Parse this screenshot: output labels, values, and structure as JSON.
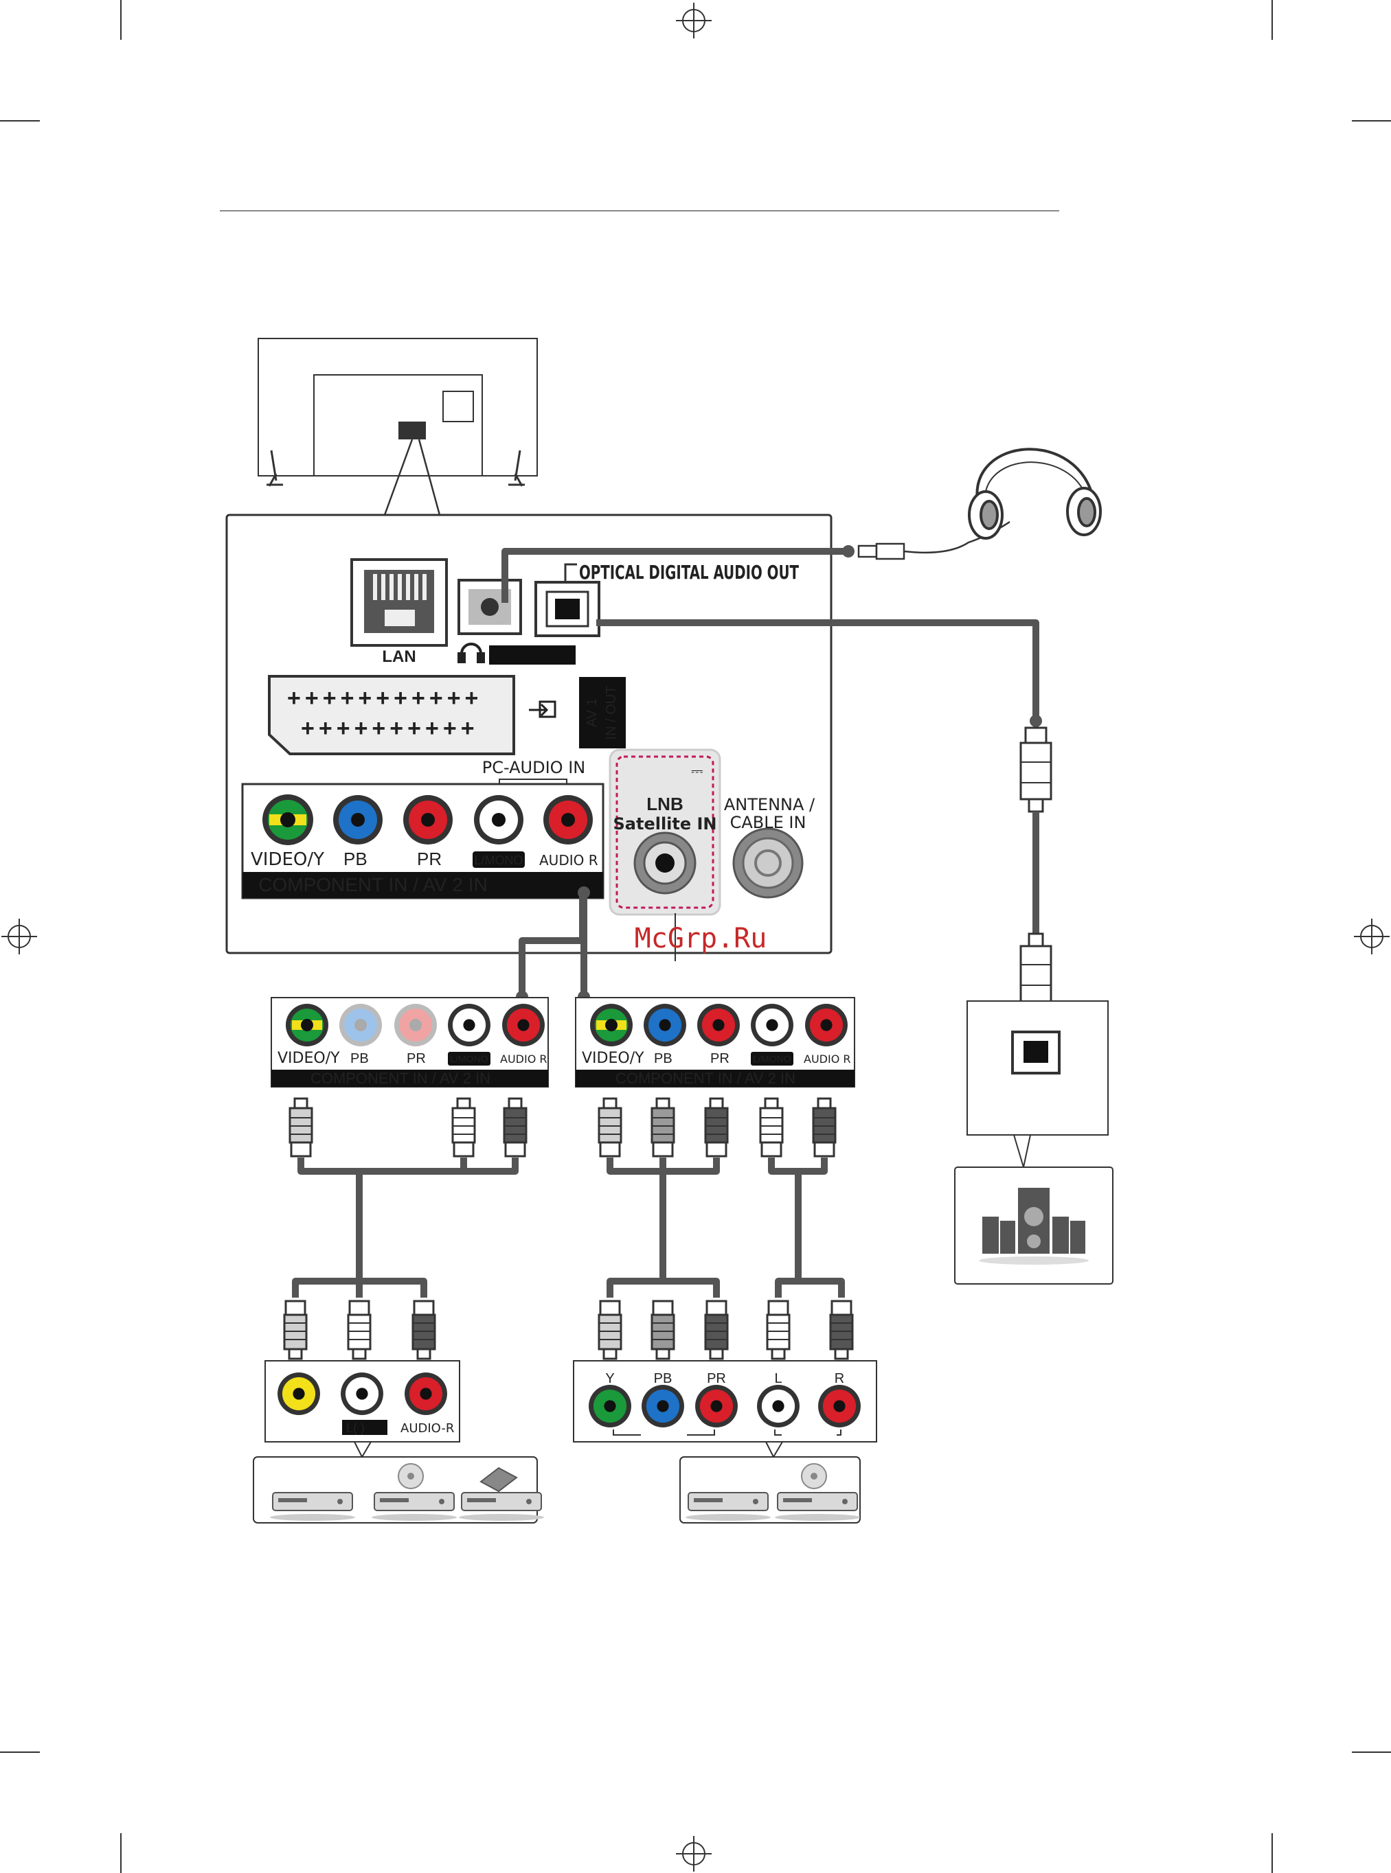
{
  "labels": {
    "lan": "LAN",
    "optical": "OPTICAL DIGITAL AUDIO OUT",
    "av1": "AV 1",
    "av1_io": "IN / OUT",
    "pc_audio": "PC-AUDIO IN",
    "video_y": "VIDEO/Y",
    "pb": "PB",
    "pr": "PR",
    "lmono": "L/MONO",
    "audio_r": "AUDIO R",
    "component": "COMPONENT IN / AV 2 IN",
    "lnb_1": "LNB",
    "lnb_2": "Satellite IN",
    "antenna_1": "ANTENNA /",
    "antenna_2": "CABLE IN",
    "dc_mark": "⎓",
    "watermark": "McGrp.Ru",
    "dev_y": "Y",
    "dev_pb": "PB",
    "dev_pr": "PR",
    "dev_l": "L",
    "dev_r": "R",
    "dev_l_paren": "L(   )",
    "dev_audio_r": "AUDIO-R"
  },
  "colors": {
    "green": "#1a9a3a",
    "blue": "#1e72c8",
    "red": "#d81f2a",
    "yellow": "#f2e01a",
    "white": "#ffffff",
    "cable": "#555555",
    "magenta": "#c2185b"
  }
}
